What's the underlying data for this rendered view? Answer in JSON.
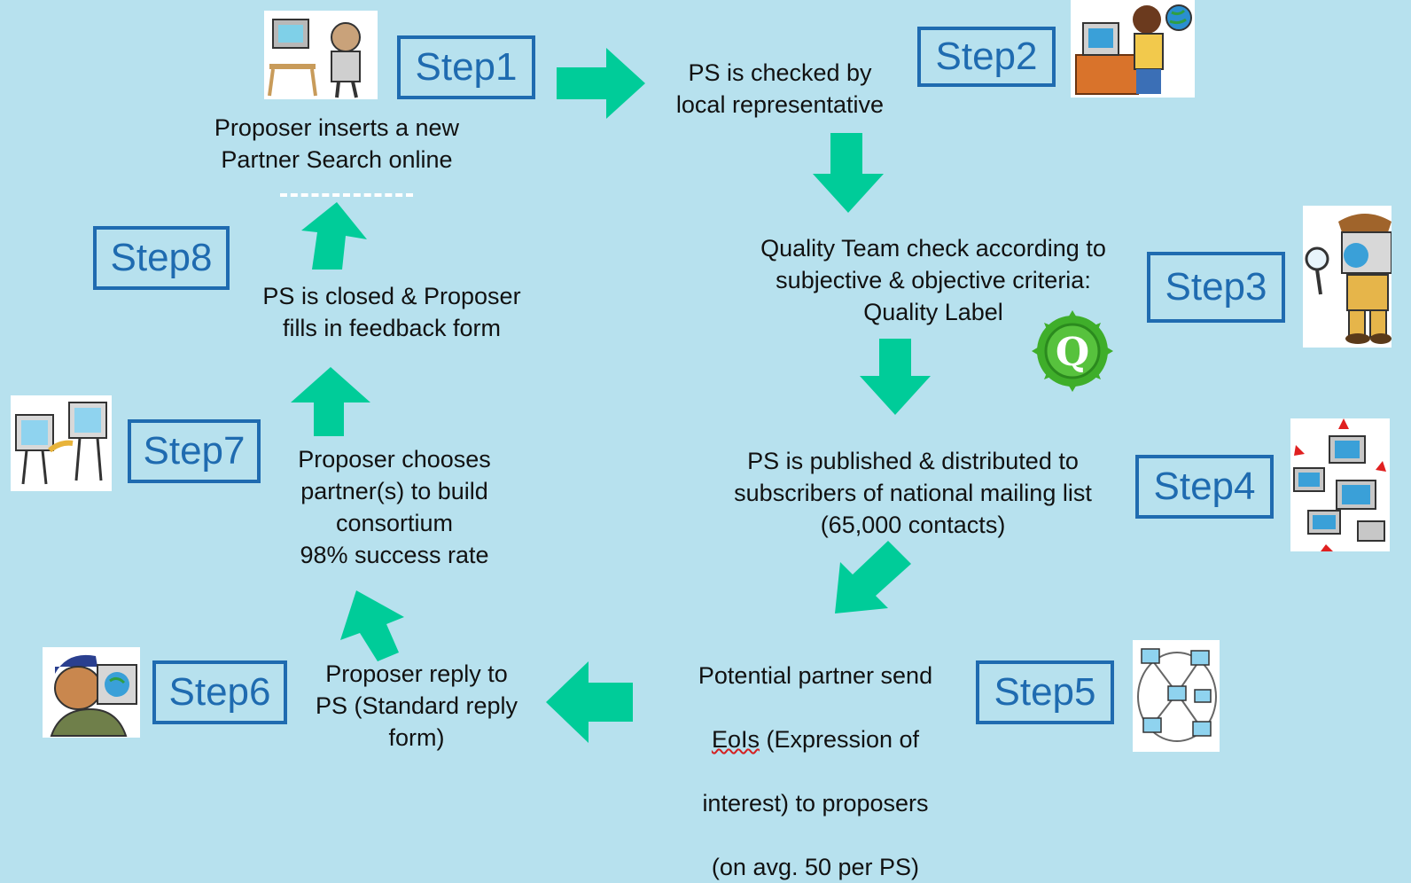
{
  "diagram": {
    "steps": [
      {
        "label": "Step1",
        "text": "Proposer inserts a new\nPartner Search online"
      },
      {
        "label": "Step2",
        "text": "PS is checked by\nlocal representative"
      },
      {
        "label": "Step3",
        "text": "Quality Team check according to\nsubjective & objective criteria:\nQuality Label"
      },
      {
        "label": "Step4",
        "text": "PS is published & distributed to\nsubscribers of national mailing list\n(65,000 contacts)"
      },
      {
        "label": "Step5",
        "text_line1": "Potential partner send",
        "text_eois": "EoIs",
        "text_line2_rest": " (Expression of",
        "text_line3": "interest) to  proposers",
        "text_line4": "(on avg. 50 per PS)"
      },
      {
        "label": "Step6",
        "text": "Proposer reply to\nPS (Standard reply\nform)"
      },
      {
        "label": "Step7",
        "text": "Proposer chooses\npartner(s) to build\nconsortium\n98% success rate"
      },
      {
        "label": "Step8",
        "text": "PS is closed & Proposer\nfills in feedback form"
      }
    ],
    "quality_badge": "Q",
    "colors": {
      "background": "#b7e1ee",
      "step_box": "#1f6bb0",
      "arrow": "#00cc99",
      "badge": "#3fae2a"
    },
    "icons": [
      "computer-users-clipart",
      "boy-with-computer-globe-clipart",
      "detective-magnifier-clipart",
      "network-computers-clipart",
      "network-nodes-clipart",
      "man-looking-at-computer-clipart",
      "computers-handshake-clipart"
    ]
  }
}
